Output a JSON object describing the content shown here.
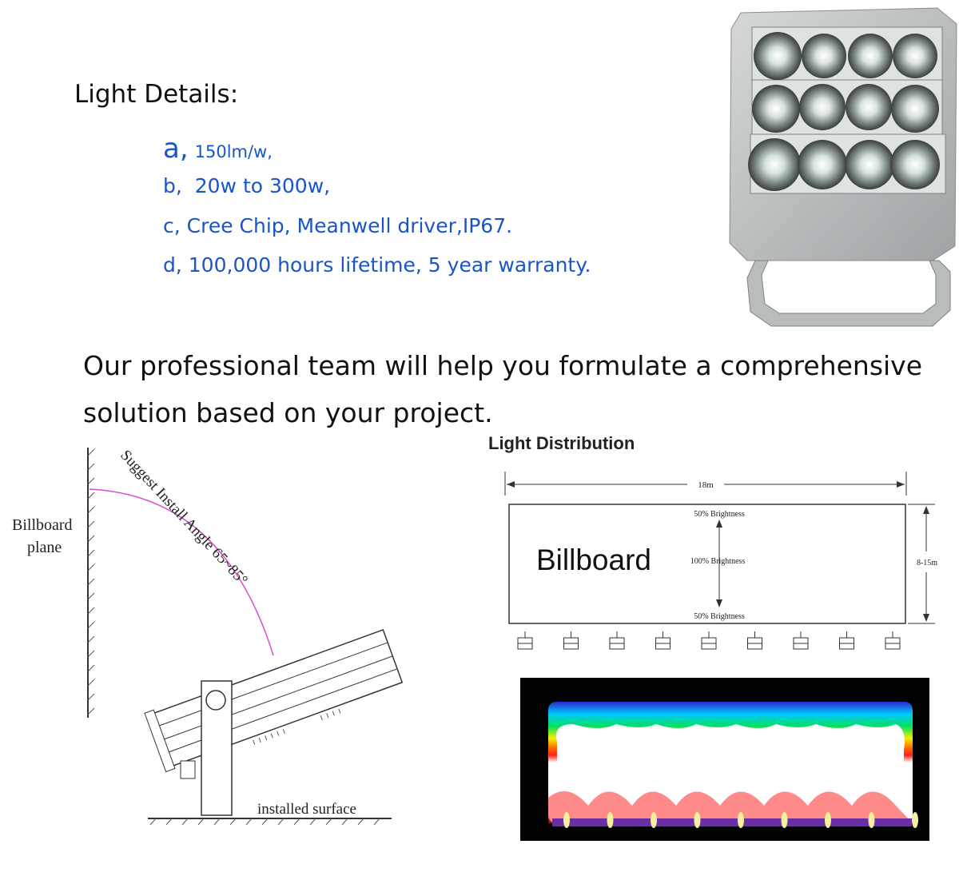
{
  "details": {
    "title": "Light Details:",
    "items": [
      {
        "prefix": "a,",
        "text": "150lm/w,"
      },
      {
        "prefix": "b,",
        "text": "20w to 300w,"
      },
      {
        "prefix": "c,",
        "text": "Cree Chip, Meanwell driver,IP67."
      },
      {
        "prefix": "d,",
        "text": "100,000 hours lifetime, 5 year warranty."
      }
    ]
  },
  "intro": {
    "line1": "Our professional team will help you formulate a comprehensive",
    "line2": "solution based on your project."
  },
  "install_diagram": {
    "plane_label_1": "Billboard",
    "plane_label_2": "plane",
    "angle_label": "Suggest Install Angle 65~85°",
    "surface_label": "installed surface"
  },
  "distribution": {
    "title": "Light Distribution",
    "width_label": "18m",
    "height_label": "8-15m",
    "board_label": "Billboard",
    "top_brightness": "50% Brightness",
    "center_brightness": "100% Brightness",
    "bottom_brightness": "50% Brightness",
    "fixture_count": 9
  },
  "colors": {
    "spec_text": "#1a55c8",
    "angle_arc": "#d64fd6",
    "heatmap_bg": "#000000",
    "housing": "#b9bcbd"
  },
  "icons": {
    "floodlight_photo": "led-floodlight-12-lens-icon",
    "fixture": "light-fixture-icon"
  }
}
